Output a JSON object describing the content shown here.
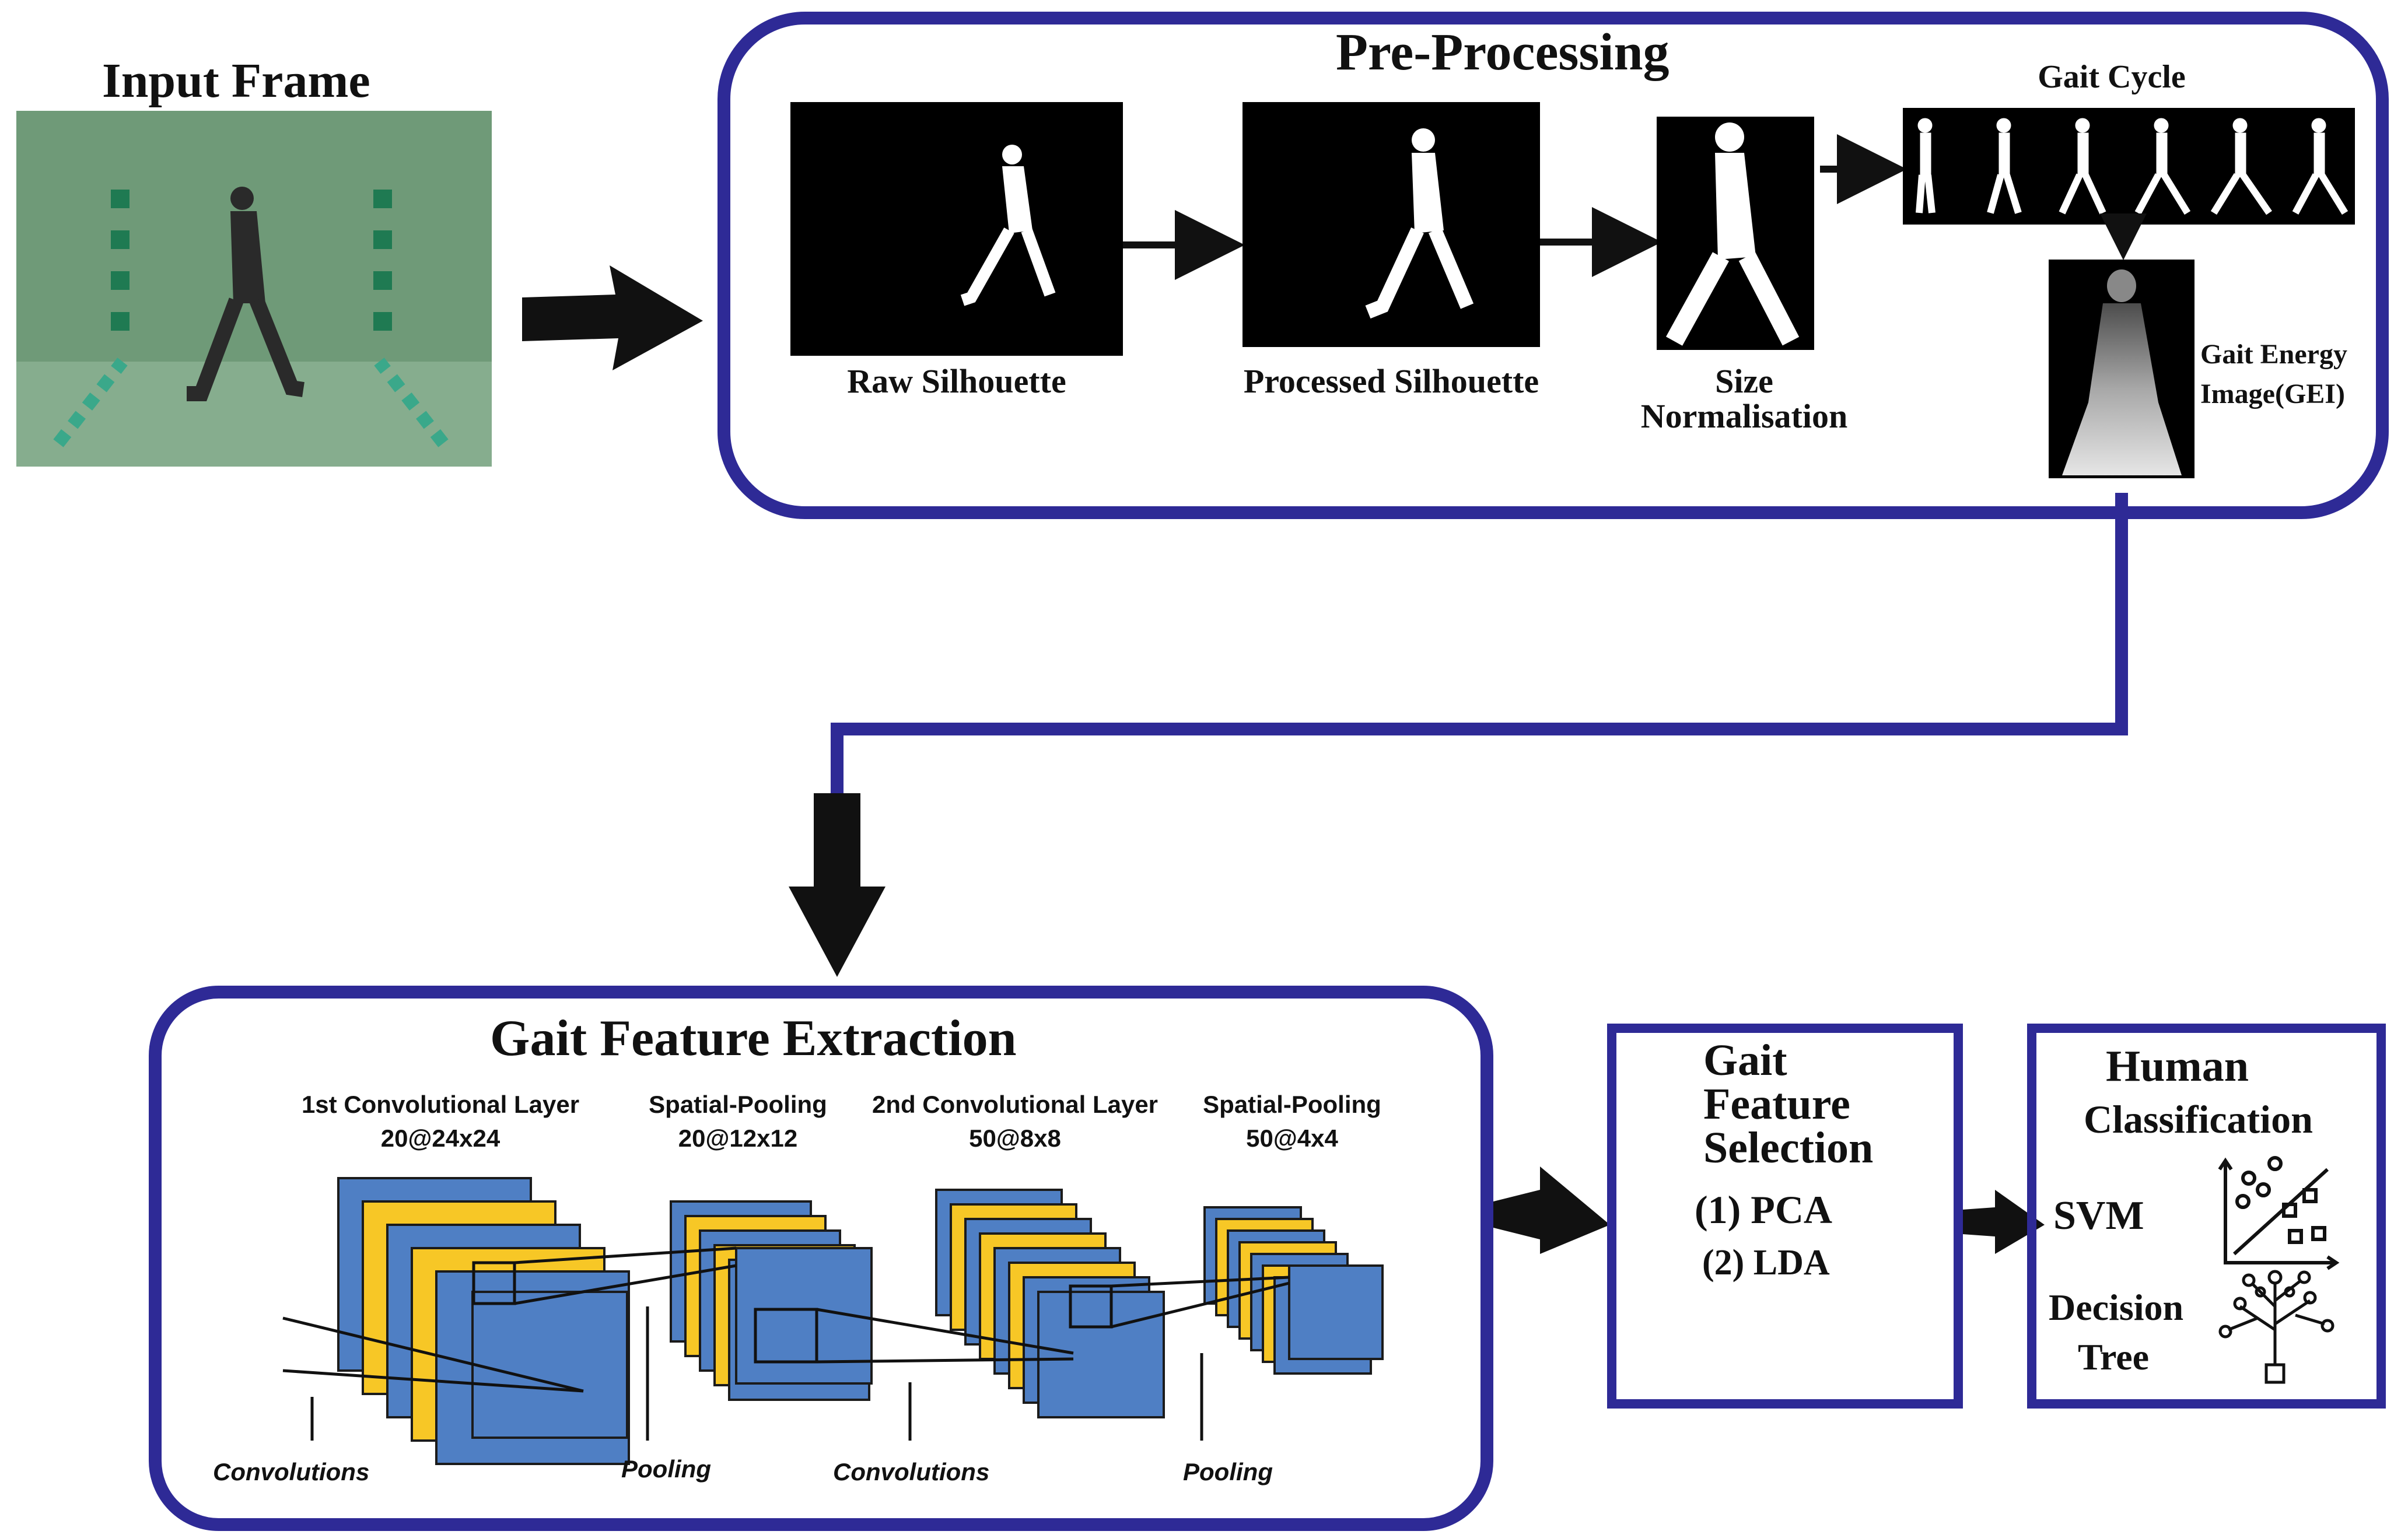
{
  "input": {
    "title": "Input Frame"
  },
  "preprocessing": {
    "title": "Pre-Processing",
    "raw": "Raw Silhouette",
    "processed": "Processed Silhouette",
    "size_line1": "Size",
    "size_line2": "Normalisation",
    "gait_cycle": "Gait Cycle",
    "gei_line1": "Gait Energy",
    "gei_line2": "Image(GEI)"
  },
  "extraction": {
    "title": "Gait Feature Extraction",
    "layers": [
      {
        "name": "1st Convolutional Layer",
        "dims": "20@24x24"
      },
      {
        "name": "Spatial-Pooling",
        "dims": "20@12x12"
      },
      {
        "name": "2nd Convolutional Layer",
        "dims": "50@8x8"
      },
      {
        "name": "Spatial-Pooling",
        "dims": "50@4x4"
      }
    ],
    "ops": [
      "Convolutions",
      "Pooling",
      "Convolutions",
      "Pooling"
    ]
  },
  "selection": {
    "title_lines": [
      "Gait",
      "Feature",
      "Selection"
    ],
    "items": [
      "(1) PCA",
      "(2) LDA"
    ]
  },
  "classification": {
    "title_line1": "Human",
    "title_line2": "Classification",
    "svm": "SVM",
    "dt_line1": "Decision",
    "dt_line2": "Tree"
  },
  "colors": {
    "panel_border": "#2e2a96",
    "map_blue": "#4f7fc4",
    "map_yellow": "#f7c726",
    "input_green": "#6f9a78"
  }
}
